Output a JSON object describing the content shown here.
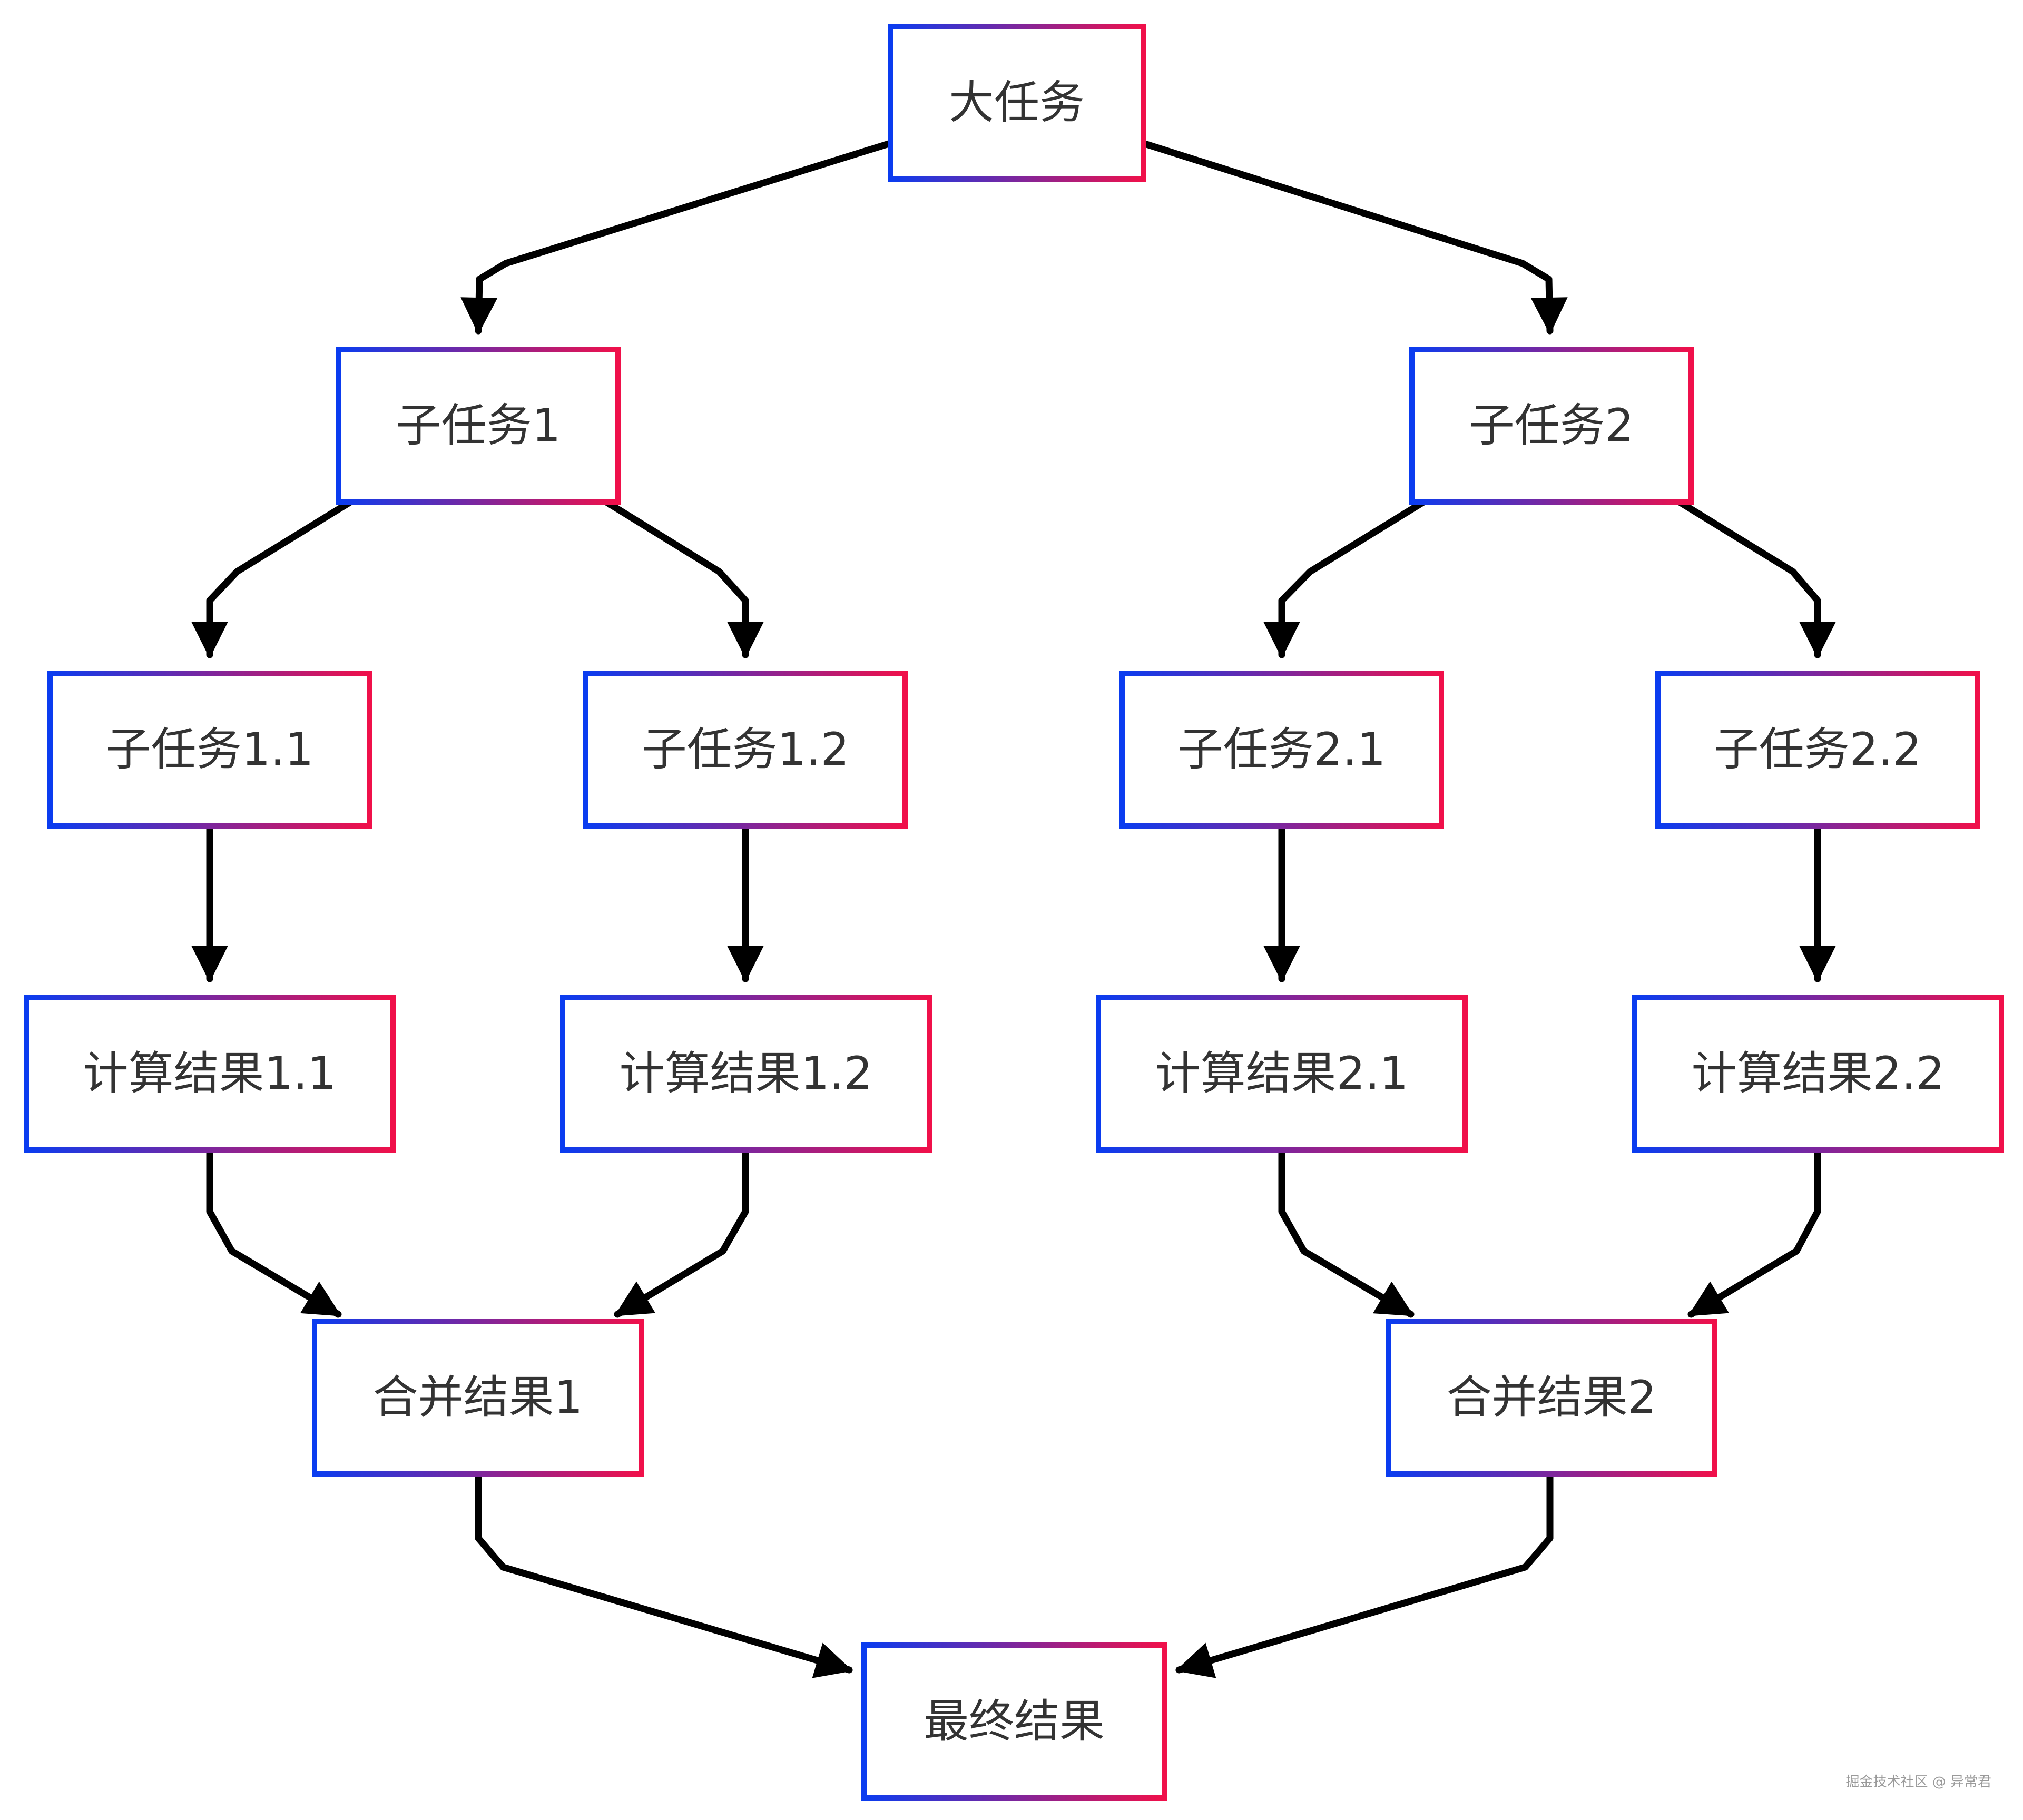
{
  "diagram": {
    "type": "flowchart",
    "nodes": [
      {
        "id": "root",
        "label": "大任务"
      },
      {
        "id": "s1",
        "label": "子任务1"
      },
      {
        "id": "s2",
        "label": "子任务2"
      },
      {
        "id": "s11",
        "label": "子任务1.1"
      },
      {
        "id": "s12",
        "label": "子任务1.2"
      },
      {
        "id": "s21",
        "label": "子任务2.1"
      },
      {
        "id": "s22",
        "label": "子任务2.2"
      },
      {
        "id": "r11",
        "label": "计算结果1.1"
      },
      {
        "id": "r12",
        "label": "计算结果1.2"
      },
      {
        "id": "r21",
        "label": "计算结果2.1"
      },
      {
        "id": "r22",
        "label": "计算结果2.2"
      },
      {
        "id": "m1",
        "label": "合并结果1"
      },
      {
        "id": "m2",
        "label": "合并结果2"
      },
      {
        "id": "final",
        "label": "最终结果"
      }
    ],
    "edges": [
      {
        "from": "root",
        "to": "s1"
      },
      {
        "from": "root",
        "to": "s2"
      },
      {
        "from": "s1",
        "to": "s11"
      },
      {
        "from": "s1",
        "to": "s12"
      },
      {
        "from": "s2",
        "to": "s21"
      },
      {
        "from": "s2",
        "to": "s22"
      },
      {
        "from": "s11",
        "to": "r11"
      },
      {
        "from": "s12",
        "to": "r12"
      },
      {
        "from": "s21",
        "to": "r21"
      },
      {
        "from": "s22",
        "to": "r22"
      },
      {
        "from": "r11",
        "to": "m1"
      },
      {
        "from": "r12",
        "to": "m1"
      },
      {
        "from": "r21",
        "to": "m2"
      },
      {
        "from": "r22",
        "to": "m2"
      },
      {
        "from": "m1",
        "to": "final"
      },
      {
        "from": "m2",
        "to": "final"
      }
    ]
  },
  "colors": {
    "node_border_start": "#0a3cf0",
    "node_border_end": "#f0104a",
    "edge": "#000000",
    "text": "#333333",
    "background": "#ffffff"
  },
  "watermark": "掘金技术社区 @ 异常君"
}
